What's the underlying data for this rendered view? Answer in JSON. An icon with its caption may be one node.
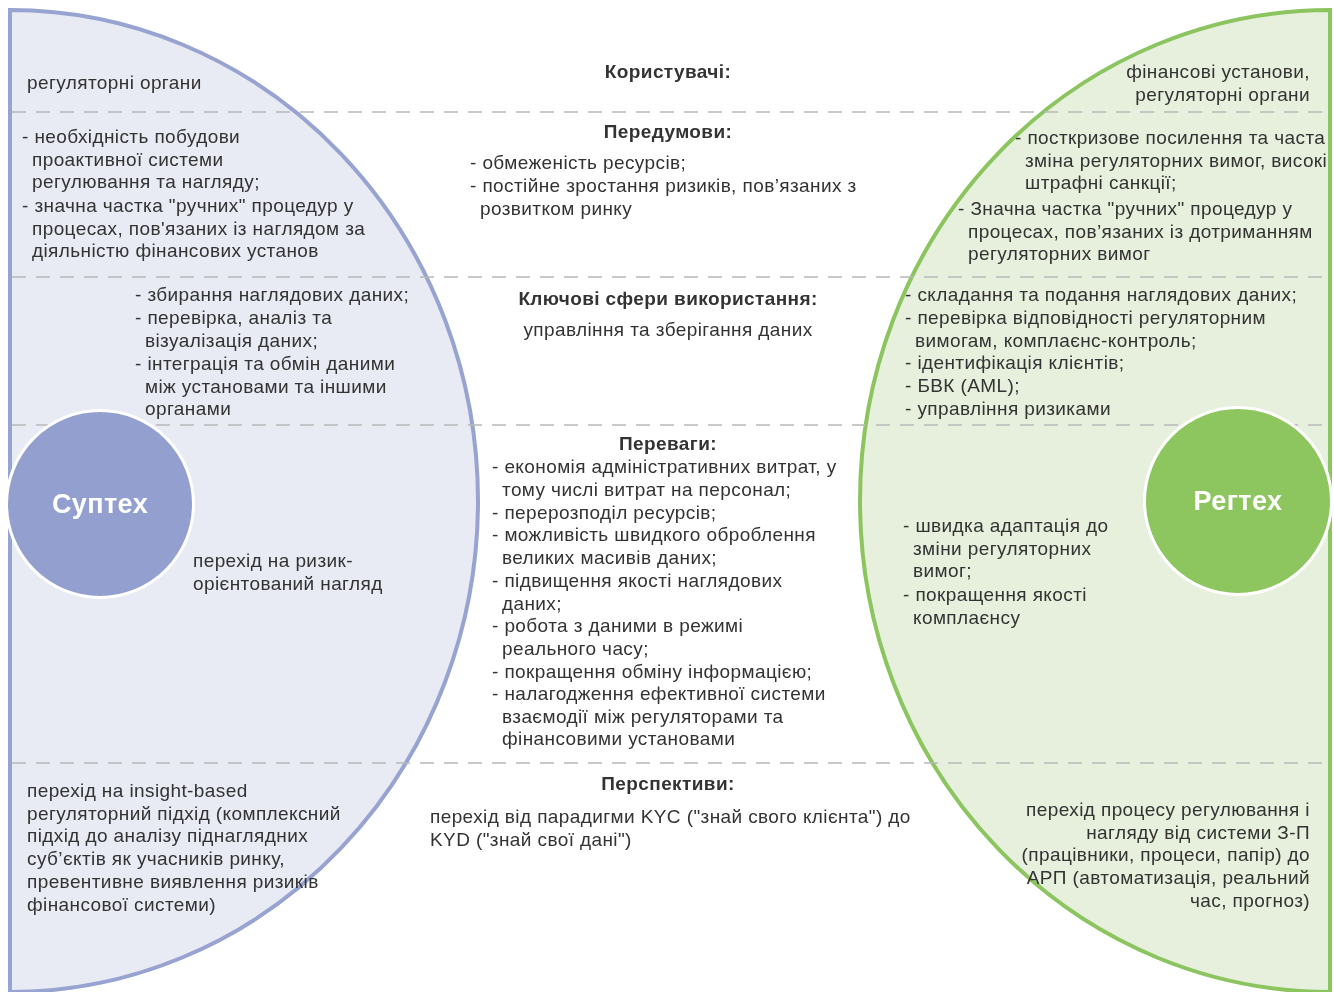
{
  "diagram": {
    "nodes": [
      {
        "text": [
          "регуляторні органи",
          "- необхідність побудови проактивної системи регулювання та нагляду;",
          "- значна частка \"ручних\" процедур у процесах, пов'язаних із наглядом за діяльністю фінансових установ",
          "- збирання наглядових даних;",
          "- перевірка, аналіз та візуалізація даних;",
          "- інтеграція та обмін даними між установами та іншими органами",
          "перехід на ризик-орієнтований нагляд",
          "перехід на insight-based регуляторний підхід (комплексний підхід до аналізу піднаглядних суб’єктів як учасників ринку, превентивне виявлення ризиків фінансової системи)"
        ]
      },
      {
        "text": [
          "Суптех"
        ],
        "in": 0
      },
      {
        "text": [
          "фінансові установи, регуляторні органи",
          "- посткризове посилення та часта зміна регуляторних вимог, високі штрафні санкції;",
          "- Значна частка \"ручних\" процедур у процесах, пов’язаних із дотриманням регуляторних вимог",
          "- складання та подання наглядових даних;",
          "- перевірка відповідності регуляторним вимогам, комплаєнс-контроль;",
          "- ідентифікація клієнтів;",
          "- БВК (AML);",
          "- управління ризиками",
          "- швидка адаптація до зміни регуляторних вимог;",
          "- покращення якості комплаєнсу",
          "перехід процесу регулювання і нагляду від системи З-П (працівники, процеси, папір) до АРП (автоматизація, реальний час, прогноз)"
        ]
      },
      {
        "text": [
          "Регтех"
        ],
        "in": 2
      }
    ],
    "labels": [
      "Користувачі:",
      "Передумови:",
      "- обмеженість ресурсів;",
      "- постійне зростання ризиків, пов’язаних з розвитком ринку",
      "Ключові сфери використання:",
      "управління та зберігання даних",
      "Переваги:",
      "- економія адміністративних витрат, у тому числі витрат на персонал;",
      "- перерозподіл ресурсів;",
      "- можливість швидкого оброблення великих масивів даних;",
      "- підвищення якості наглядових даних;",
      "- робота з даними в режимі реального часу;",
      "- покращення обміну інформацією;",
      "- налагодження ефективної системи взаємодії між регуляторами та фінансовими установами",
      "Перспективи:",
      "перехід від парадигми KYC (\"знай свого клієнта\") до KYD (\"знай свої дані\")"
    ]
  }
}
